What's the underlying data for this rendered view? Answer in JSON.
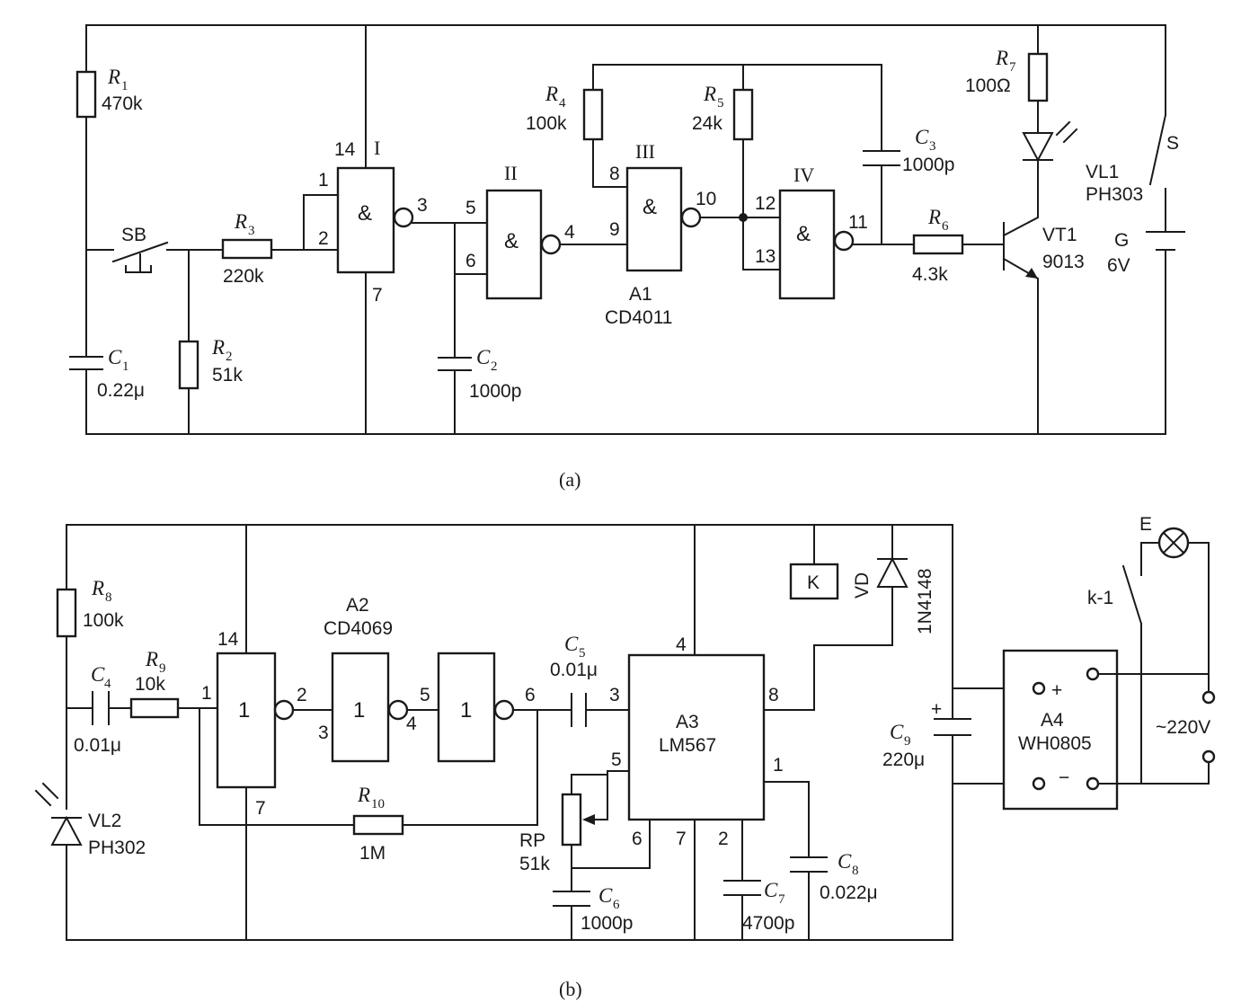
{
  "a": {
    "caption": "(a)",
    "R1": {
      "letter": "R",
      "sub": "1",
      "value": "470k"
    },
    "R2": {
      "letter": "R",
      "sub": "2",
      "value": "51k"
    },
    "R3": {
      "letter": "R",
      "sub": "3",
      "value": "220k"
    },
    "R4": {
      "letter": "R",
      "sub": "4",
      "value": "100k"
    },
    "R5": {
      "letter": "R",
      "sub": "5",
      "value": "24k"
    },
    "R6": {
      "letter": "R",
      "sub": "6",
      "value": "4.3k"
    },
    "R7": {
      "letter": "R",
      "sub": "7",
      "value": "100Ω"
    },
    "C1": {
      "letter": "C",
      "sub": "1",
      "value": "0.22μ"
    },
    "C2": {
      "letter": "C",
      "sub": "2",
      "value": "1000p"
    },
    "C3": {
      "letter": "C",
      "sub": "3",
      "value": "1000p"
    },
    "SB": "SB",
    "gate_symbol": "&",
    "gates": [
      "I",
      "II",
      "III",
      "IV"
    ],
    "pins": {
      "p1": "1",
      "p2": "2",
      "p3": "3",
      "p4": "4",
      "p5": "5",
      "p6": "6",
      "p7": "7",
      "p8": "8",
      "p9": "9",
      "p10": "10",
      "p11": "11",
      "p12": "12",
      "p13": "13",
      "p14": "14"
    },
    "chip_name": "A1",
    "chip_part": "CD4011",
    "VL1": {
      "name": "VL1",
      "part": "PH303"
    },
    "S": "S",
    "VT1": {
      "name": "VT1",
      "part": "9013"
    },
    "G": {
      "name": "G",
      "value": "6V"
    }
  },
  "b": {
    "caption": "(b)",
    "R8": {
      "letter": "R",
      "sub": "8",
      "value": "100k"
    },
    "R9": {
      "letter": "R",
      "sub": "9",
      "value": "10k"
    },
    "R10": {
      "letter": "R",
      "sub": "10",
      "value": "1M"
    },
    "C4": {
      "letter": "C",
      "sub": "4",
      "value": "0.01μ"
    },
    "C5": {
      "letter": "C",
      "sub": "5",
      "value": "0.01μ"
    },
    "C6": {
      "letter": "C",
      "sub": "6",
      "value": "1000p"
    },
    "C7": {
      "letter": "C",
      "sub": "7",
      "value": "4700p"
    },
    "C8": {
      "letter": "C",
      "sub": "8",
      "value": "0.022μ"
    },
    "C9": {
      "letter": "C",
      "sub": "9",
      "value": "220μ"
    },
    "VL2": {
      "name": "VL2",
      "part": "PH302"
    },
    "A2": {
      "name": "A2",
      "part": "CD4069"
    },
    "inv_symbol": "1",
    "inv_pins": {
      "p1": "1",
      "p2": "2",
      "p3": "3",
      "p4": "4",
      "p5": "5",
      "p6": "6",
      "p7": "7",
      "p14": "14"
    },
    "A3": {
      "name": "A3",
      "part": "LM567"
    },
    "A3_pins": {
      "p1": "1",
      "p2": "2",
      "p3": "3",
      "p4": "4",
      "p5": "5",
      "p6": "6",
      "p7": "7",
      "p8": "8"
    },
    "RP": {
      "name": "RP",
      "value": "51k"
    },
    "K": "K",
    "VD": {
      "name": "VD",
      "part": "1N4148"
    },
    "A4": {
      "name": "A4",
      "part": "WH0805"
    },
    "plus": "+",
    "minus": "−",
    "k1": "k-1",
    "E": "E",
    "mains": "~220V"
  }
}
